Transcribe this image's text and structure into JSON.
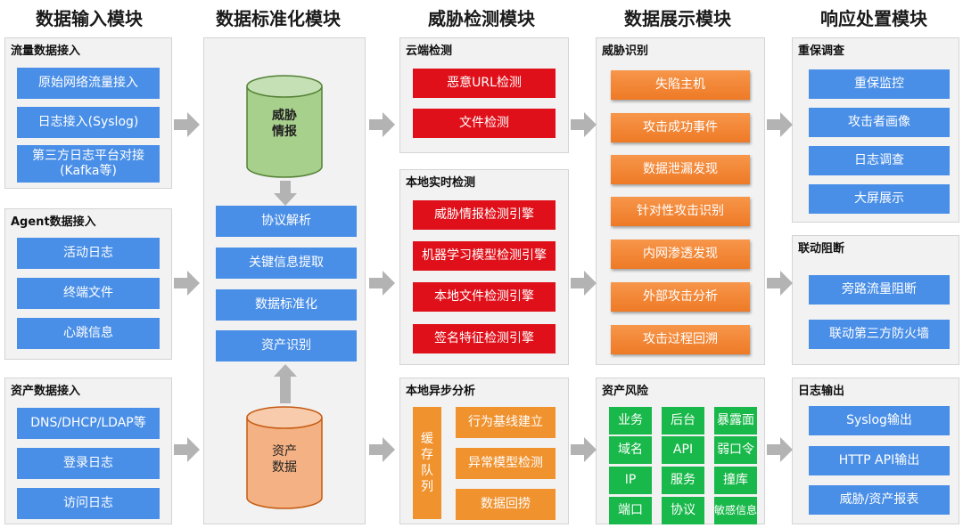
{
  "columns": [
    "数据输入模块",
    "数据标准化模块",
    "威胁检测模块",
    "数据展示模块",
    "响应处置模块"
  ],
  "input": {
    "traffic": {
      "title": "流量数据接入",
      "items": [
        "原始网络流量接入",
        "日志接入(Syslog)",
        "第三方日志平台对接",
        "(Kafka等)"
      ]
    },
    "agent": {
      "title": "Agent数据接入",
      "items": [
        "活动日志",
        "终端文件",
        "心跳信息"
      ]
    },
    "asset": {
      "title": "资产数据接入",
      "items": [
        "DNS/DHCP/LDAP等",
        "登录日志",
        "访问日志"
      ]
    }
  },
  "standard": {
    "intel_cyl": [
      "威胁",
      "情报"
    ],
    "items": [
      "协议解析",
      "关键信息提取",
      "数据标准化",
      "资产识别"
    ],
    "asset_cyl": [
      "资产",
      "数据"
    ]
  },
  "detect": {
    "cloud": {
      "title": "云端检测",
      "items": [
        "恶意URL检测",
        "文件检测"
      ]
    },
    "local": {
      "title": "本地实时检测",
      "items": [
        "威胁情报检测引擎",
        "机器学习模型检测引擎",
        "本地文件检测引擎",
        "签名特征检测引擎"
      ]
    },
    "async": {
      "title": "本地异步分析",
      "queue": [
        "缓",
        "存",
        "队",
        "列"
      ],
      "items": [
        "行为基线建立",
        "异常模型检测",
        "数据回捞"
      ]
    }
  },
  "display": {
    "threat": {
      "title": "威胁识别",
      "items": [
        "失陷主机",
        "攻击成功事件",
        "数据泄漏发现",
        "针对性攻击识别",
        "内网渗透发现",
        "外部攻击分析",
        "攻击过程回溯"
      ]
    },
    "risk": {
      "title": "资产风险",
      "grid": [
        "业务",
        "后台",
        "暴露面",
        "域名",
        "API",
        "弱口令",
        "IP",
        "服务",
        "撞库",
        "端口",
        "协议",
        "敏感信息"
      ]
    }
  },
  "response": {
    "investigate": {
      "title": "重保调查",
      "items": [
        "重保监控",
        "攻击者画像",
        "日志调查",
        "大屏展示"
      ]
    },
    "block": {
      "title": "联动阻断",
      "items": [
        "旁路流量阻断",
        "联动第三方防火墙"
      ]
    },
    "output": {
      "title": "日志输出",
      "items": [
        "Syslog输出",
        "HTTP API输出",
        "威胁/资产报表"
      ]
    }
  },
  "colors": {
    "blue": "#4a8fe7",
    "red": "#e0101a",
    "orange": "#f08a3a",
    "green": "#19b84a",
    "panel": "#f2f2f2",
    "arrow": "#b3b3b3"
  }
}
